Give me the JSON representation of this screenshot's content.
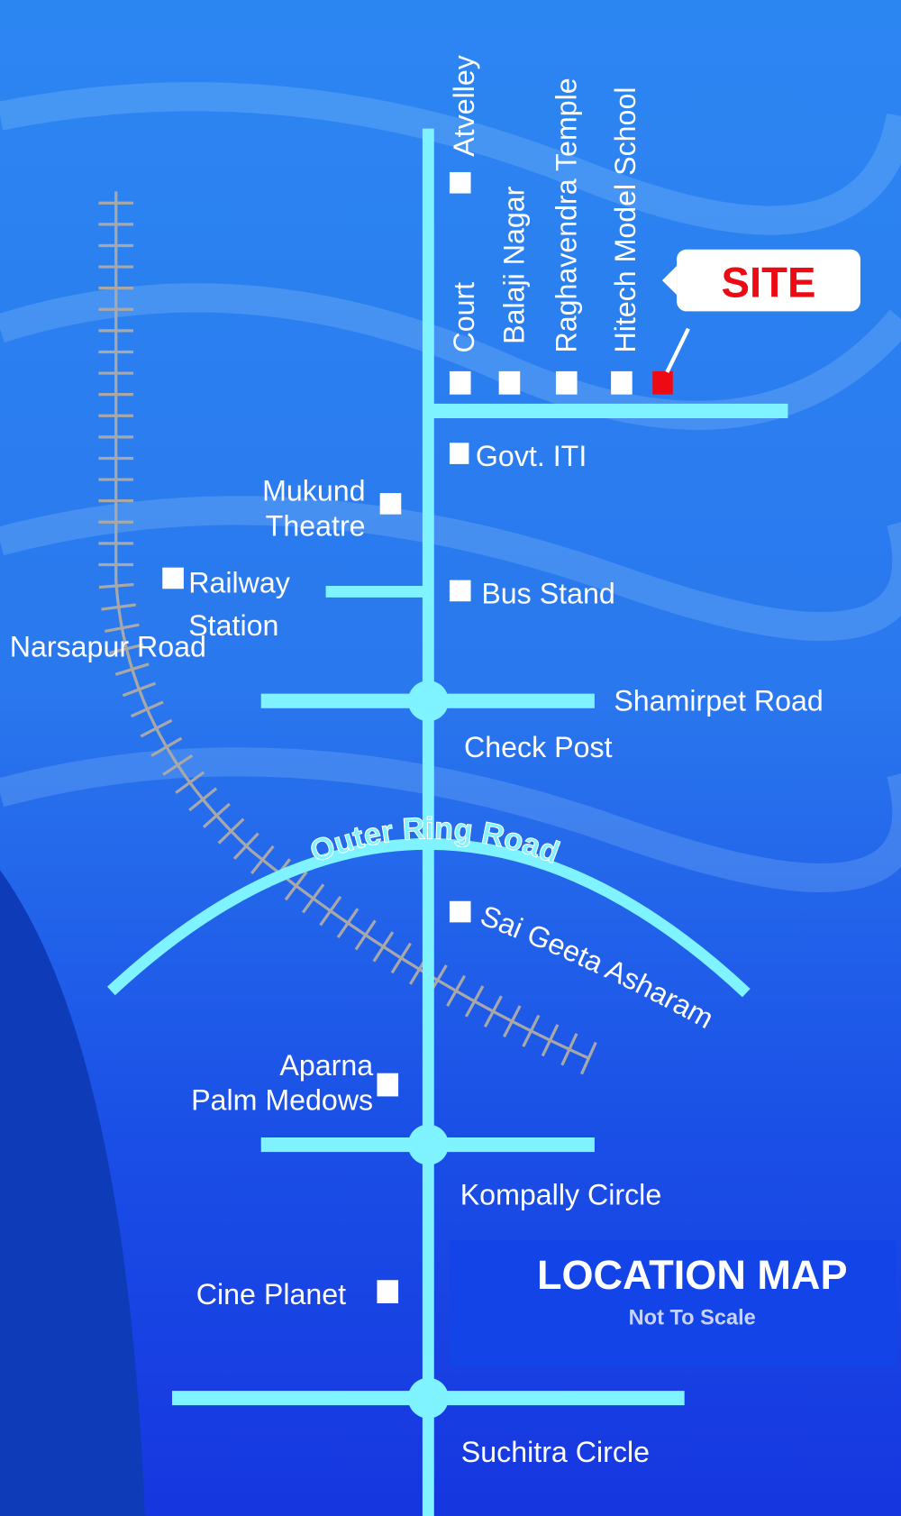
{
  "title": "LOCATION MAP",
  "subtitle": "Not To Scale",
  "site_label": "SITE",
  "colors": {
    "road": "#7ff3ff",
    "site": "#ee0a14",
    "railway": "#a8a8a8",
    "background": "#2a7cf0"
  },
  "landmarks_top": [
    "Atvelley",
    "Court",
    "Balaji Nagar",
    "Raghavendra Temple",
    "Hitech Model School"
  ],
  "landmarks": {
    "govt_iti": "Govt. ITI",
    "mukund_1": "Mukund",
    "mukund_2": "Theatre",
    "railway_1": "Railway",
    "railway_2": "Station",
    "bus_stand": "Bus Stand",
    "narsapur": "Narsapur Road",
    "shamirpet": "Shamirpet Road",
    "check_post": "Check Post",
    "orr": "Outer Ring Road",
    "sai_geeta": "Sai Geeta Asharam",
    "aparna_1": "Aparna",
    "aparna_2": "Palm Medows",
    "kompally": "Kompally Circle",
    "cine_planet": "Cine Planet",
    "suchitra": "Suchitra Circle"
  }
}
